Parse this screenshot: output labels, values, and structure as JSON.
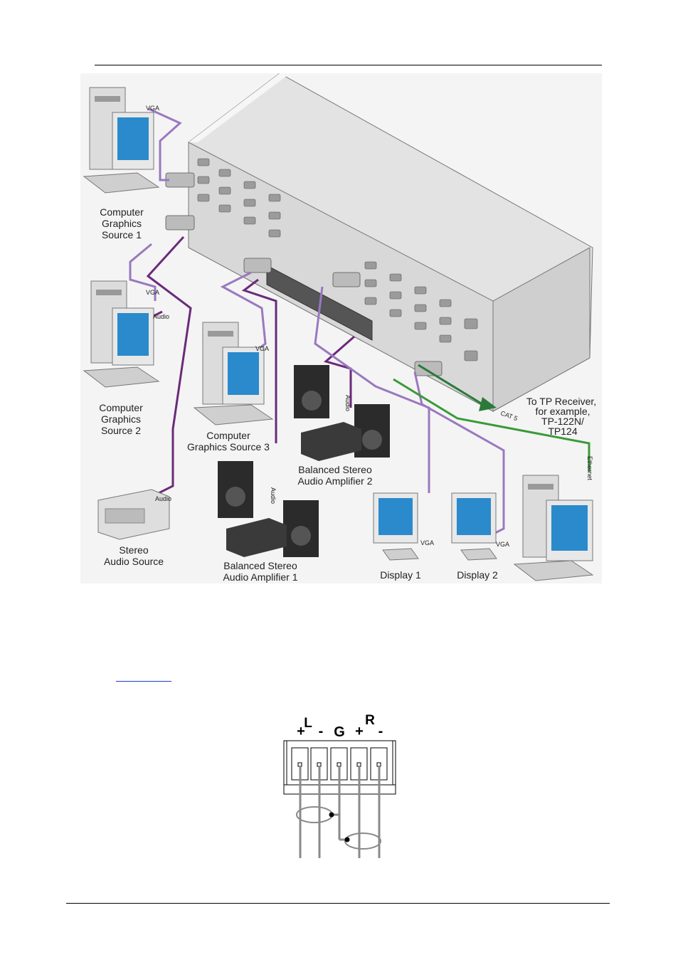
{
  "figure": {
    "sources": {
      "cgs1": [
        "Computer",
        "Graphics",
        "Source 1"
      ],
      "cgs2": [
        "Computer",
        "Graphics",
        "Source 2"
      ],
      "cgs3": [
        "Computer",
        "Graphics Source 3"
      ],
      "stereo": [
        "Stereo",
        "Audio Source"
      ]
    },
    "amps": {
      "amp1": [
        "Balanced Stereo",
        "Audio Amplifier 1"
      ],
      "amp2": [
        "Balanced Stereo",
        "Audio Amplifier 2"
      ]
    },
    "displays": {
      "d1": "Display 1",
      "d2": "Display 2"
    },
    "tp": [
      "To TP Receiver,",
      "for example,",
      "TP-122N/",
      "TP124"
    ],
    "cable_labels": {
      "vga": "VGA",
      "audio": "Audio",
      "cat5": "CAT 5",
      "ethernet": "Ethernet"
    },
    "colors": {
      "vga": "#9a78c0",
      "audio": "#6a2a7a",
      "ethernet": "#3a9a3a",
      "cat5": "#2a7a3a"
    }
  },
  "terminal": {
    "labels": {
      "l": "L",
      "r": "R",
      "plus": "+",
      "minus": "-",
      "g": "G"
    }
  }
}
